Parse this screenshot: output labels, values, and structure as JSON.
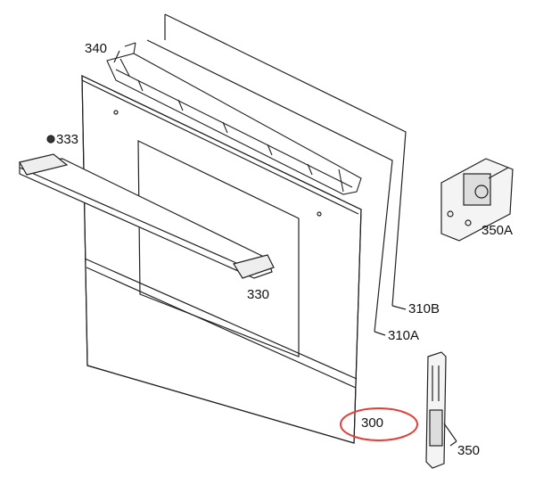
{
  "diagram": {
    "parts": [
      {
        "id": "340",
        "label": "340"
      },
      {
        "id": "333",
        "label": "333"
      },
      {
        "id": "330",
        "label": "330"
      },
      {
        "id": "310B",
        "label": "310B"
      },
      {
        "id": "310A",
        "label": "310A"
      },
      {
        "id": "350A",
        "label": "350A"
      },
      {
        "id": "300",
        "label": "300"
      },
      {
        "id": "350",
        "label": "350"
      }
    ],
    "highlight": {
      "part": "300",
      "color": "#e0403a"
    }
  }
}
